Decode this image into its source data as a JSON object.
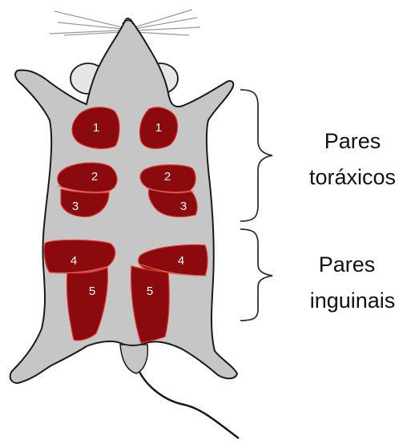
{
  "glands": [
    {
      "id": "L1",
      "label": "1"
    },
    {
      "id": "R1",
      "label": "1"
    },
    {
      "id": "L2",
      "label": "2"
    },
    {
      "id": "R2",
      "label": "2"
    },
    {
      "id": "L3",
      "label": "3"
    },
    {
      "id": "R3",
      "label": "3"
    },
    {
      "id": "L4",
      "label": "4"
    },
    {
      "id": "R4",
      "label": "4"
    },
    {
      "id": "L5",
      "label": "5"
    },
    {
      "id": "R5",
      "label": "5"
    }
  ],
  "groups": [
    {
      "line1": "Pares",
      "line2": "toráxicos"
    },
    {
      "line1": "Pares",
      "line2": "inguinais"
    }
  ],
  "colors": {
    "body": "#c6c6c6",
    "outline": "#1a1a1a",
    "gland": "#8b0a0e",
    "gland_edge": "#d9342f",
    "ear": "#e6e6e6",
    "text": "#111111"
  }
}
